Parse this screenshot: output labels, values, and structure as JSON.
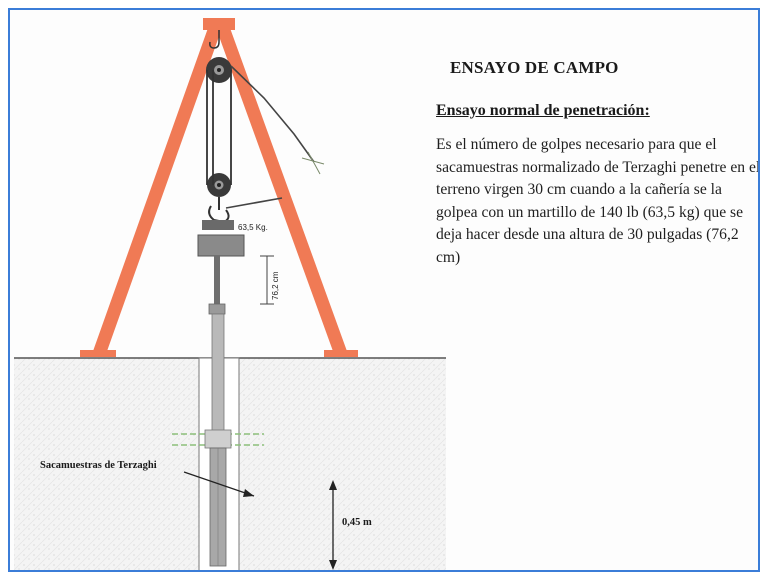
{
  "document": {
    "title": "ENSAYO DE CAMPO",
    "subtitle": "Ensayo normal de penetración:",
    "paragraph": "Es el número de golpes necesario para que el sacamuestras normalizado de Terzaghi penetre en el terreno virgen 30 cm cuando a la cañería se la golpea con un martillo de 140 lb (63,5 kg) que se deja hacer desde una altura de 30 pulgadas (76,2 cm)"
  },
  "diagram": {
    "hammer_weight_label": "63,5 Kg.",
    "drop_height_label": "76,2 cm",
    "sampler_label": "Sacamuestras de Terzaghi",
    "depth_label": "0,45 m"
  },
  "colors": {
    "frame_border": "#3b7dd8",
    "tripod": "#f07a55"
  }
}
